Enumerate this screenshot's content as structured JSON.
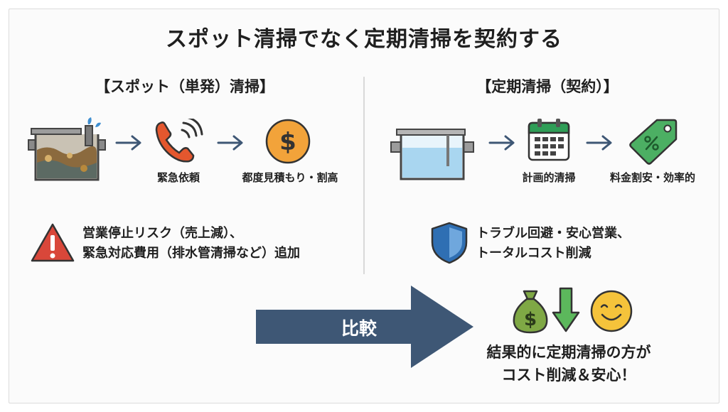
{
  "title": "スポット清掃でなく定期清掃を契約する",
  "left": {
    "heading": "【スポット（単発）清掃】",
    "step2_caption": "緊急依頼",
    "step3_caption": "都度見積もり・割高",
    "note_line1": "営業停止リスク（売上減）、",
    "note_line2": "緊急対応費用（排水管清掃など）追加",
    "icons": [
      "dirty-tank-icon",
      "arrow-right-icon",
      "phone-icon",
      "arrow-right-icon",
      "dollar-coin-icon",
      "warning-icon"
    ]
  },
  "right": {
    "heading": "【定期清掃（契約）】",
    "step2_caption": "計画的清掃",
    "step3_caption": "料金割安・効率的",
    "note_line1": "トラブル回避・安心営業、",
    "note_line2": "トータルコスト削減",
    "icons": [
      "clean-tank-icon",
      "arrow-right-icon",
      "calendar-icon",
      "arrow-right-icon",
      "price-tag-icon",
      "shield-icon"
    ]
  },
  "compare": {
    "label": "比較",
    "result_line1": "結果的に定期清掃の方が",
    "result_line2": "コスト削減＆安心！",
    "icons": [
      "money-bag-icon",
      "down-arrow-icon",
      "smiley-icon"
    ]
  },
  "colors": {
    "arrow": "#3e5775",
    "phone": "#e4572e",
    "coin": "#f2a33a",
    "warning": "#d9473a",
    "water": "#a9d6f0",
    "calendar": "#2f9e57",
    "tag": "#4caf63",
    "shield": "#2f6fb3",
    "money_bag": "#7fa845",
    "smiley": "#f5c33b"
  }
}
